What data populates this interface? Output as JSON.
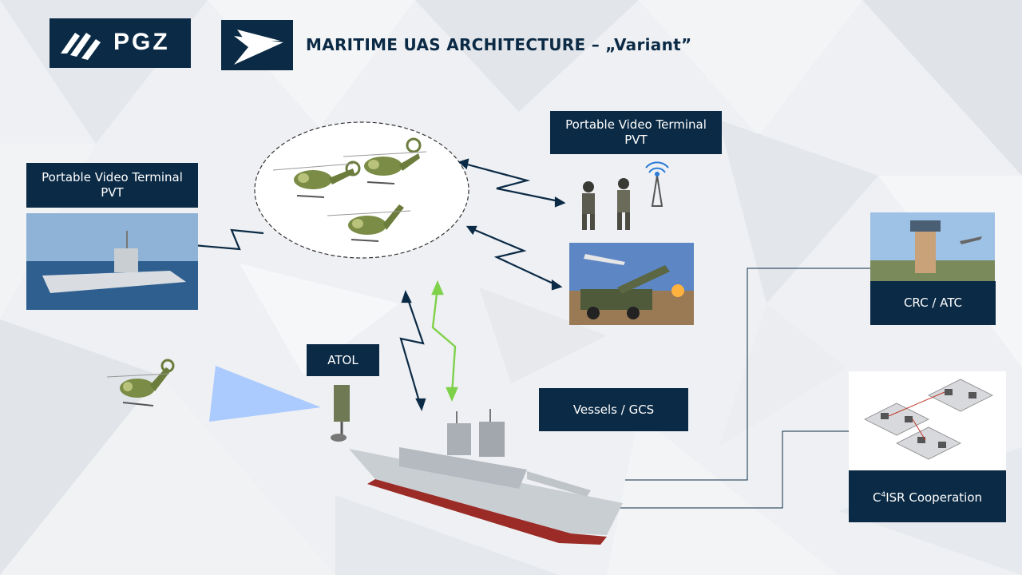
{
  "header": {
    "brand": "PGZ",
    "title": "MARITIME UAS ARCHITECTURE  – „Variant”"
  },
  "labels": {
    "pvt_left": {
      "line1": "Portable Video Terminal",
      "line2": "PVT"
    },
    "pvt_right": {
      "line1": "Portable Video Terminal",
      "line2": "PVT"
    },
    "atol": "ATOL",
    "vessels_gcs": "Vessels / GCS",
    "crc_atc": "CRC / ATC",
    "c4isr": {
      "prefix": "C",
      "sup": "4",
      "rest": "ISR Cooperation"
    }
  },
  "icons": {
    "brand_logo": "pgz-chevrons-icon",
    "uas_logo": "paper-plane-icon",
    "radio": "radio-tower-icon"
  },
  "colors": {
    "navy": "#0b2a45",
    "link_dark": "#0b2a45",
    "link_green": "#7fd14a",
    "beam": "#9fc3ff"
  }
}
